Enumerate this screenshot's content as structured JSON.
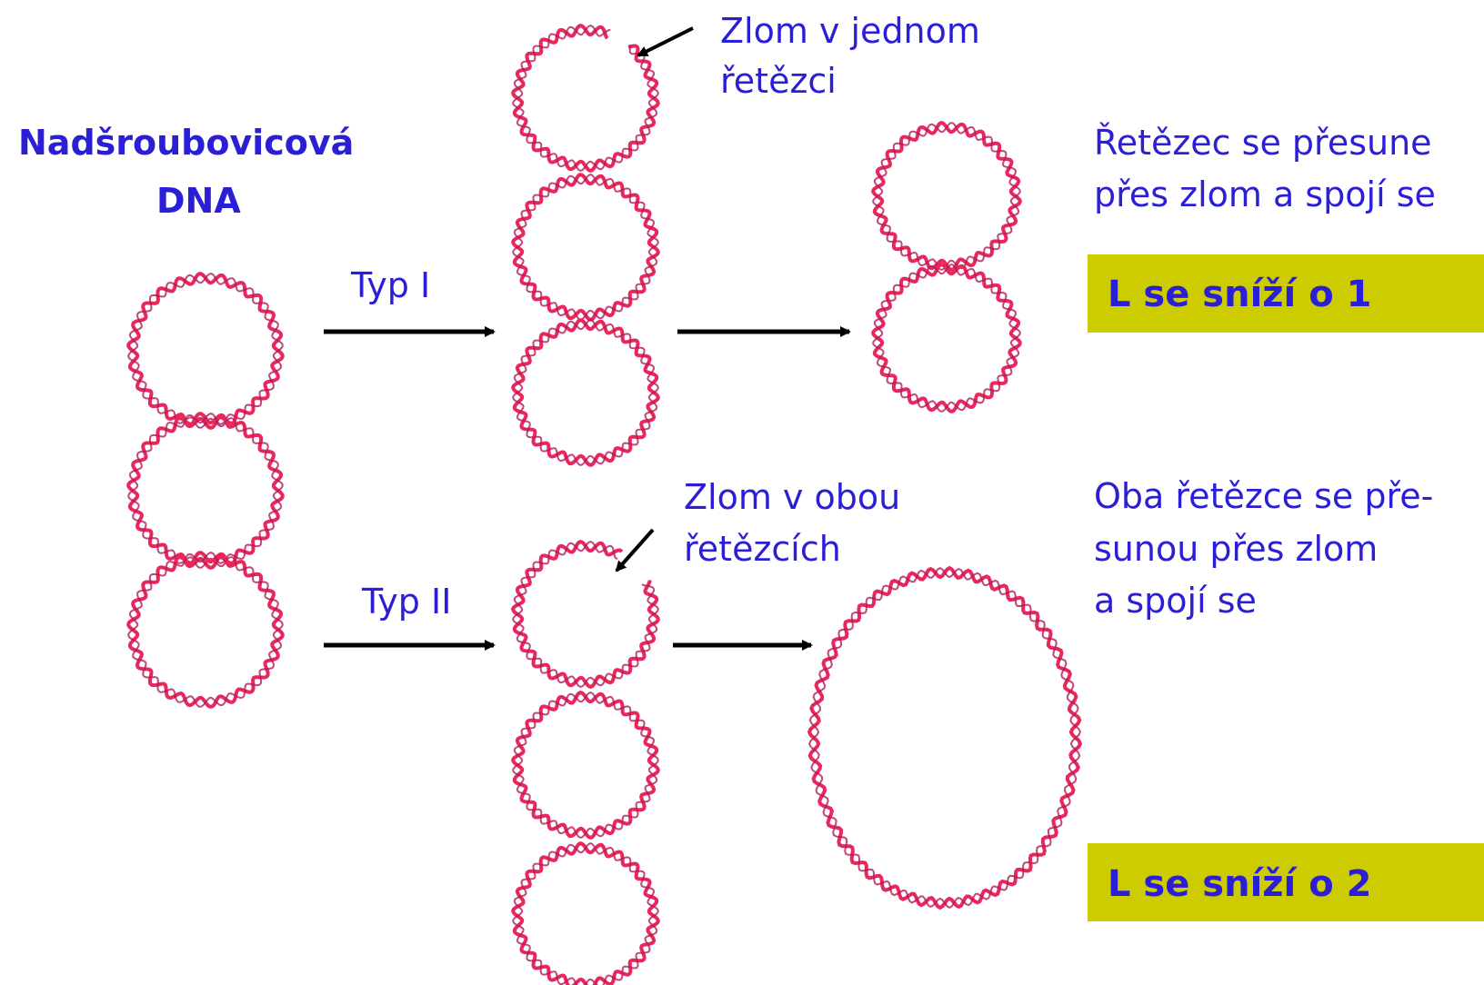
{
  "title": {
    "line1": "Nadšroubovicová",
    "line2": "DNA"
  },
  "type1": {
    "arrow_label": "Typ I",
    "nick_label_line1": "Zlom v jednom",
    "nick_label_line2": "řetězci",
    "description_line1": "Řetězec se přesune",
    "description_line2": "přes zlom a spojí se",
    "result": "L se sníží o 1"
  },
  "type2": {
    "arrow_label": "Typ II",
    "break_label_line1": "Zlom v obou",
    "break_label_line2": "řetězcích",
    "description_line1": "Oba řetězce se pře-",
    "description_line2": "sunou přes zlom",
    "description_line3": "a spojí se",
    "result": "L se sníží o 2"
  },
  "colors": {
    "dna": "#e8285a",
    "dna_shade": "#b01a5c",
    "text": "#2a1fd6",
    "highlight": "#cccc00",
    "arrow": "#000000"
  }
}
